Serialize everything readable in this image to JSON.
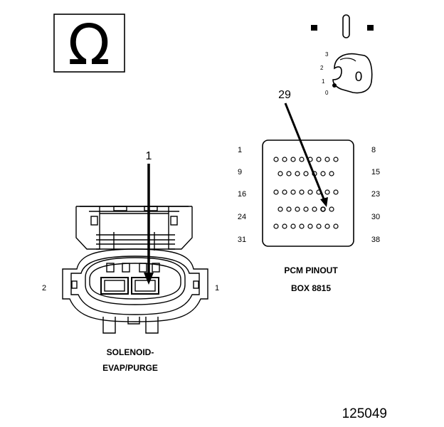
{
  "ohmmeter_symbol": "Ω",
  "key_icon_label": "0",
  "ignition_positions": [
    "0",
    "1",
    "2",
    "3"
  ],
  "pcm_callout": "29",
  "pcm_pin_labels": {
    "left": [
      "1",
      "9",
      "16",
      "24",
      "31"
    ],
    "right": [
      "8",
      "15",
      "23",
      "30",
      "38"
    ]
  },
  "pcm_caption": [
    "PCM PINOUT",
    "BOX 8815"
  ],
  "connector_callout": "1",
  "connector_pin_labels": {
    "left": "2",
    "right": "1"
  },
  "connector_caption": [
    "SOLENOID-",
    "EVAP/PURGE"
  ],
  "figure_id": "125049",
  "pcm_pin_rows": [
    8,
    7,
    8,
    7,
    8
  ],
  "highlighted_pin": "29"
}
